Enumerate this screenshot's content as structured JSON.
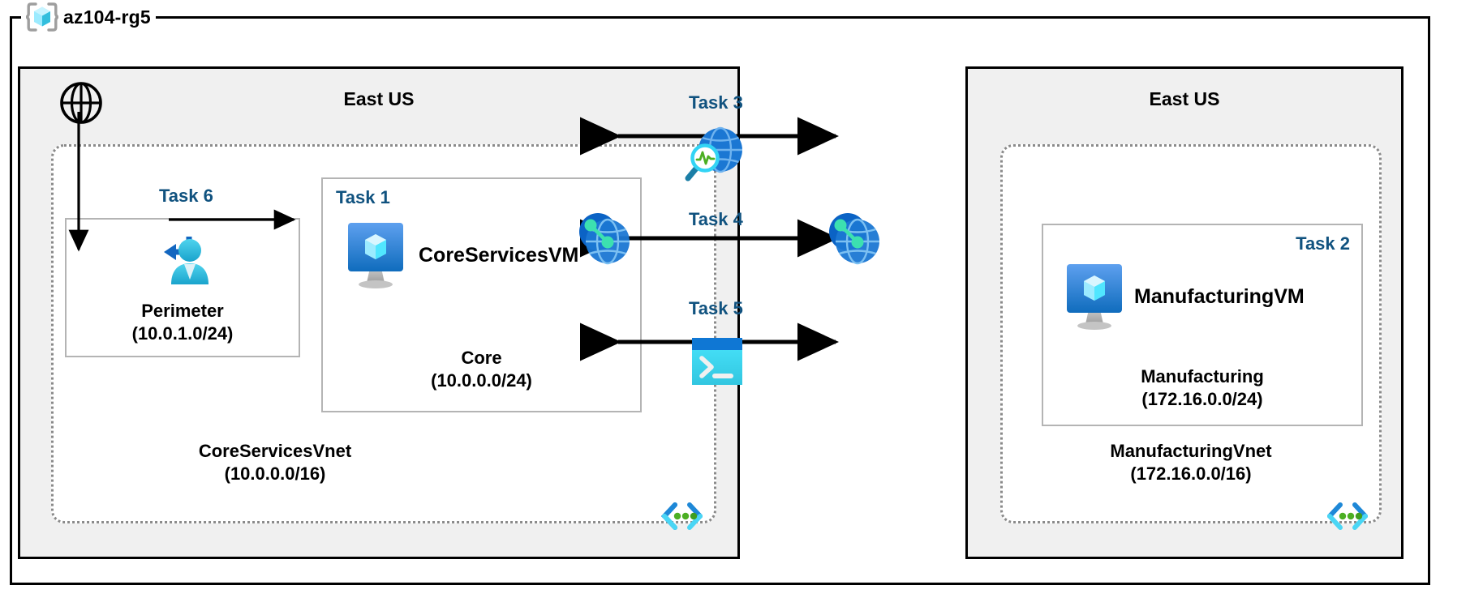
{
  "resource_group": {
    "name": "az104-rg5",
    "icon": "azure-resource-group-icon"
  },
  "regions": [
    {
      "id": "left",
      "label": "East US"
    },
    {
      "id": "right",
      "label": "East US"
    }
  ],
  "internet": {
    "icon": "globe-internet-icon"
  },
  "vnets": [
    {
      "id": "coreservicesvnet",
      "name": "CoreServicesVnet",
      "cidr": "(10.0.0.0/16)",
      "corner_icon": "vnet-angle-brackets-icon",
      "subnets": [
        {
          "id": "perimeter",
          "task": "Task 6",
          "name": "Perimeter",
          "cidr": "(10.0.1.0/24)",
          "icon": "azure-bastion-user-icon"
        },
        {
          "id": "core",
          "task": "Task 1",
          "name": "Core",
          "cidr": "(10.0.0.0/24)",
          "vm_label": "CoreServicesVM",
          "icon": "virtual-machine-icon"
        }
      ]
    },
    {
      "id": "manufacturingvnet",
      "name": "ManufacturingVnet",
      "cidr": "(172.16.0.0/16)",
      "corner_icon": "vnet-angle-brackets-icon",
      "subnets": [
        {
          "id": "manufacturing",
          "task": "Task 2",
          "name": "Manufacturing",
          "cidr": "(172.16.0.0/24)",
          "vm_label": "ManufacturingVM",
          "icon": "virtual-machine-icon"
        }
      ]
    }
  ],
  "connections": [
    {
      "id": "task3",
      "label": "Task 3",
      "icon": "network-watcher-globe-magnifier-icon",
      "direction": "bidirectional"
    },
    {
      "id": "task4",
      "label": "Task 4",
      "icon": "vnet-peering-icon",
      "direction": "bidirectional"
    },
    {
      "id": "task5",
      "label": "Task 5",
      "icon": "cloud-shell-terminal-icon",
      "direction": "bidirectional"
    }
  ],
  "peering_endpoints": [
    {
      "id": "peering-left",
      "icon": "vnet-peering-icon"
    },
    {
      "id": "peering-right",
      "icon": "vnet-peering-icon"
    }
  ],
  "colors": {
    "task_label": "#10527f",
    "region_fill": "#f0f0f0",
    "frame_stroke": "#000000",
    "vnet_stroke": "#8a8a8a",
    "subnet_stroke": "#b4b4b4",
    "azure_blue": "#0078d4",
    "cyan": "#32d4f5",
    "green": "#4caf23"
  }
}
